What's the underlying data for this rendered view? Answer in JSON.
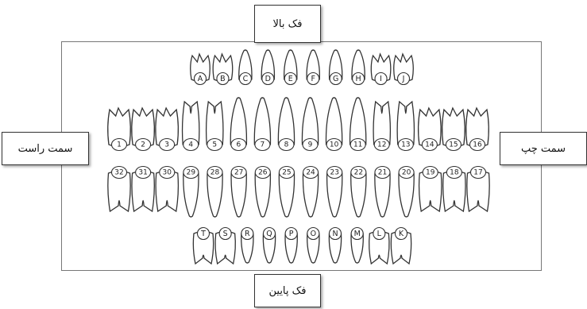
{
  "labels": {
    "upper_jaw": "فک بالا",
    "lower_jaw": "فک پایین",
    "right_side": "سمت راست",
    "left_side": "سمت چپ"
  },
  "primary_upper": [
    "A",
    "B",
    "C",
    "D",
    "E",
    "F",
    "G",
    "H",
    "I",
    "J"
  ],
  "permanent_upper": [
    "1",
    "2",
    "3",
    "4",
    "5",
    "6",
    "7",
    "8",
    "9",
    "10",
    "11",
    "12",
    "13",
    "14",
    "15",
    "16"
  ],
  "permanent_lower": [
    "32",
    "31",
    "30",
    "29",
    "28",
    "27",
    "26",
    "25",
    "24",
    "23",
    "22",
    "21",
    "20",
    "19",
    "18",
    "17"
  ],
  "primary_lower": [
    "T",
    "S",
    "R",
    "Q",
    "P",
    "O",
    "N",
    "M",
    "L",
    "K"
  ]
}
